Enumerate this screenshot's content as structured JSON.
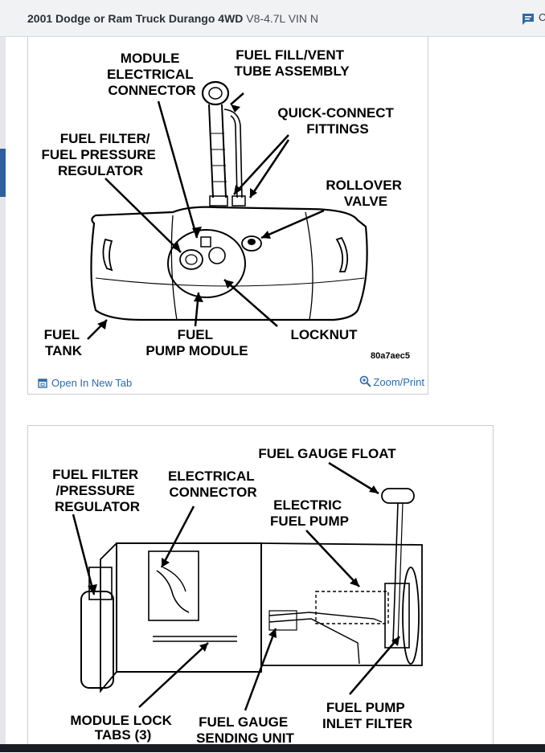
{
  "header": {
    "title_main": "2001 Dodge or Ram Truck Durango 4WD",
    "title_sub": "V8-4.7L VIN N",
    "right_cut_text": "C"
  },
  "diagram1": {
    "labels": {
      "module_connector": [
        "MODULE",
        "ELECTRICAL",
        "CONNECTOR"
      ],
      "fuel_fill": [
        "FUEL FILL/VENT",
        "TUBE ASSEMBLY"
      ],
      "quick_connect": [
        "QUICK-CONNECT",
        "FITTINGS"
      ],
      "fuel_filter": [
        "FUEL FILTER/",
        "FUEL PRESSURE",
        "REGULATOR"
      ],
      "rollover": [
        "ROLLOVER",
        "VALVE"
      ],
      "fuel_tank": [
        "FUEL",
        "TANK"
      ],
      "fuel_pump_module": [
        "FUEL",
        "PUMP MODULE"
      ],
      "locknut": [
        "LOCKNUT"
      ]
    },
    "code": "80a7aec5",
    "open_tab_label": "Open In New Tab",
    "zoom_label": "Zoom/Print"
  },
  "diagram2": {
    "labels": {
      "float": [
        "FUEL GAUGE FLOAT"
      ],
      "filter": [
        "FUEL FILTER",
        "/PRESSURE",
        "REGULATOR"
      ],
      "connector": [
        "ELECTRICAL",
        "CONNECTOR"
      ],
      "pump": [
        "ELECTRIC",
        "FUEL PUMP"
      ],
      "lock_tabs": [
        "MODULE LOCK",
        "TABS (3)"
      ],
      "sending": [
        "FUEL GAUGE",
        "SENDING UNIT"
      ],
      "inlet": [
        "FUEL PUMP",
        "INLET FILTER"
      ]
    }
  },
  "colors": {
    "link": "#2d6aa6",
    "header_bg": "#f1f2f4"
  },
  "icons": {
    "chat": "chat-icon",
    "open_tab": "open-tab-icon",
    "zoom": "zoom-icon"
  }
}
